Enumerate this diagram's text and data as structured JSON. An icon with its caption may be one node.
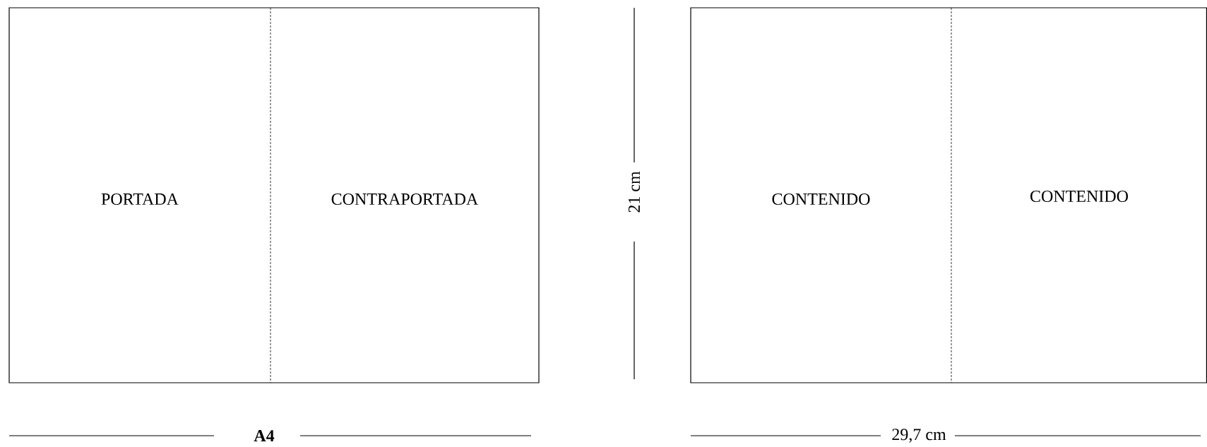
{
  "diagram": {
    "nodes": [
      {
        "text": [
          "PORTADA"
        ]
      },
      {
        "text": [
          "CONTRAPORTADA"
        ]
      },
      {
        "text": [
          "CONTENIDO"
        ]
      },
      {
        "text": [
          "CONTENIDO"
        ]
      }
    ],
    "labels": [
      "21 cm",
      "A4",
      "29,7 cm"
    ]
  }
}
